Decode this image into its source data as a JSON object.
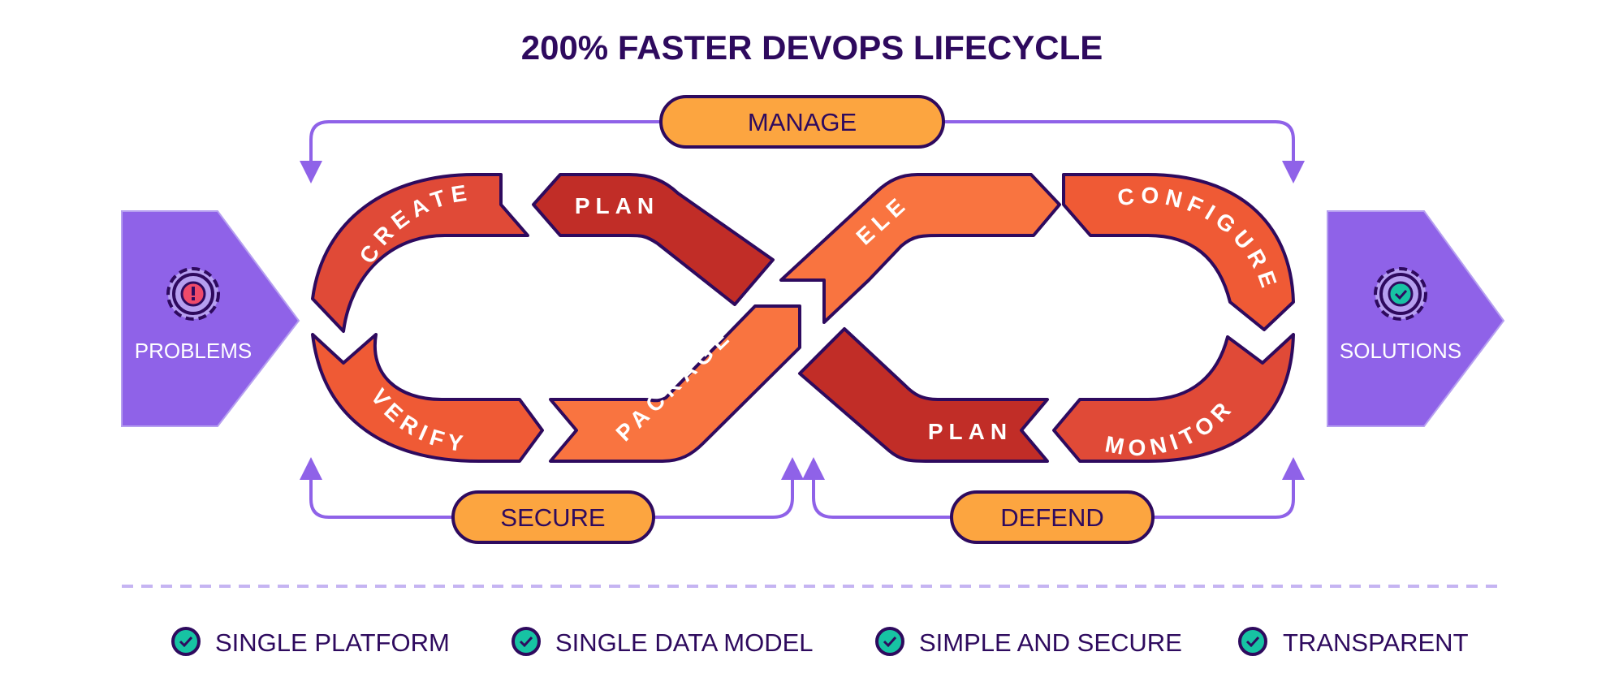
{
  "title": "200% FASTER DEVOPS LIFECYCLE",
  "colors": {
    "dark_purple": "#2e0a5e",
    "purple": "#8f62e8",
    "light_purple": "#b69ff0",
    "orange_pill": "#fca540",
    "red_dark": "#c12d27",
    "red": "#e04a37",
    "orange_red": "#ef5a35",
    "orange": "#f97440",
    "teal": "#17c3a3",
    "alert_pink": "#ef4a6a"
  },
  "stages": {
    "create": "CREATE",
    "plan_left": "PLAN",
    "verify": "VERIFY",
    "package": "PACKAGE",
    "release": "RELEASE",
    "configure": "CONFIGURE",
    "plan_right": "PLAN",
    "monitor": "MONITOR"
  },
  "pills": {
    "manage": "MANAGE",
    "secure": "SECURE",
    "defend": "DEFEND"
  },
  "sides": {
    "problems": {
      "label": "PROBLEMS",
      "icon": "gear-alert-icon"
    },
    "solutions": {
      "label": "SOLUTIONS",
      "icon": "gear-check-icon"
    }
  },
  "features": [
    {
      "label": "SINGLE PLATFORM",
      "icon": "check-circle-icon"
    },
    {
      "label": "SINGLE DATA MODEL",
      "icon": "check-circle-icon"
    },
    {
      "label": "SIMPLE AND SECURE",
      "icon": "check-circle-icon"
    },
    {
      "label": "TRANSPARENT",
      "icon": "check-circle-icon"
    }
  ]
}
